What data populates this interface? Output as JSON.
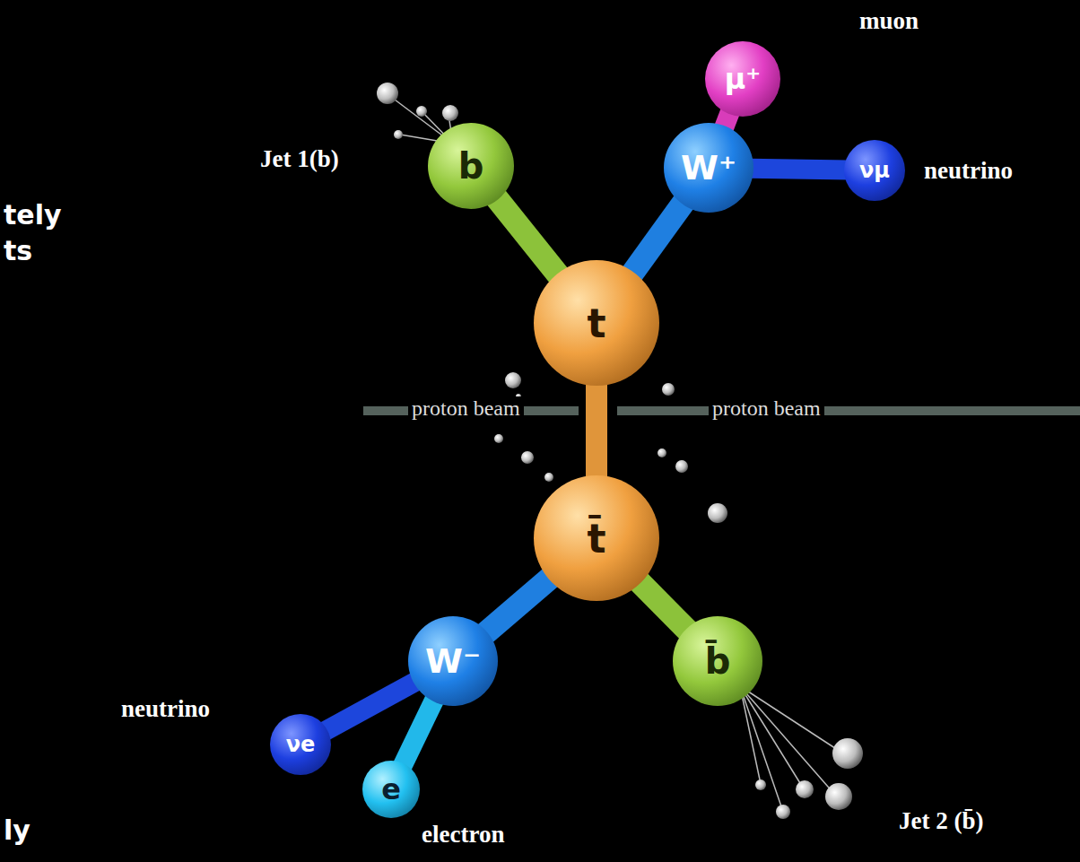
{
  "diagram": {
    "nodes": [
      {
        "text": [
          "b"
        ]
      },
      {
        "text": [
          "W⁺"
        ]
      },
      {
        "text": [
          "μ⁺"
        ]
      },
      {
        "text": [
          "νμ"
        ]
      },
      {
        "text": [
          "t"
        ]
      },
      {
        "text": [
          "t̄"
        ]
      },
      {
        "text": [
          "W⁻"
        ]
      },
      {
        "text": [
          "νe"
        ]
      },
      {
        "text": [
          "e"
        ]
      },
      {
        "text": [
          "b̄"
        ]
      }
    ],
    "edges": [
      {
        "from": 0,
        "to": 4,
        "arrow": "none"
      },
      {
        "from": 4,
        "to": 1,
        "arrow": "none"
      },
      {
        "from": 1,
        "to": 2,
        "arrow": "none"
      },
      {
        "from": 1,
        "to": 3,
        "arrow": "none"
      },
      {
        "from": 4,
        "to": 5,
        "arrow": "none"
      },
      {
        "from": 5,
        "to": 6,
        "arrow": "none"
      },
      {
        "from": 6,
        "to": 7,
        "arrow": "none"
      },
      {
        "from": 6,
        "to": 8,
        "arrow": "none"
      },
      {
        "from": 5,
        "to": 9,
        "arrow": "none"
      }
    ],
    "labels": [
      "Jet 1(b)",
      "muon",
      "neutrino",
      "tely",
      "ts",
      "proton beam",
      "proton beam",
      "neutrino",
      "ly",
      "electron",
      "Jet 2 (b̄)"
    ]
  }
}
